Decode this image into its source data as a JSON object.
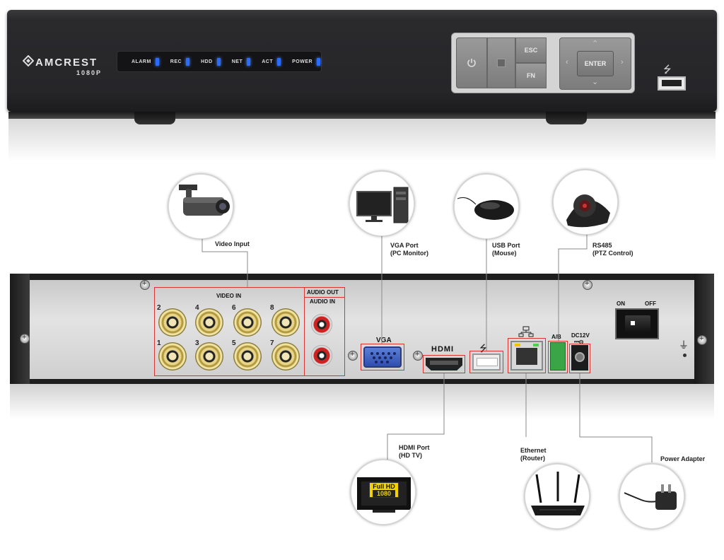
{
  "front": {
    "brand": "AMCREST",
    "model": "1080P",
    "leds": [
      "ALARM",
      "REC",
      "HDD",
      "NET",
      "ACT",
      "POWER"
    ],
    "keys": {
      "esc": "ESC",
      "fn": "FN",
      "enter": "ENTER"
    }
  },
  "rear": {
    "video_in": "VIDEO IN",
    "audio_out": "AUDIO OUT",
    "audio_in": "AUDIO IN",
    "bnc_top": [
      "2",
      "4",
      "6",
      "8"
    ],
    "bnc_bottom": [
      "1",
      "3",
      "5",
      "7"
    ],
    "vga": "VGA",
    "hdmi": "HDMI",
    "ab": "A/B",
    "dc": "DC12V",
    "on": "ON",
    "off": "OFF"
  },
  "callouts": {
    "video_input": "Video Input",
    "vga_port": "VGA Port\n(PC Monitor)",
    "usb_port": "USB Port\n(Mouse)",
    "rs485": "RS485\n(PTZ Control)",
    "hdmi_port": "HDMI Port\n(HD TV)",
    "ethernet": "Ethernet\n(Router)",
    "power_adapter": "Power Adapter"
  },
  "tv": {
    "line1": "Full HD",
    "line2": "1080"
  },
  "colors": {
    "led": "#2b6cff",
    "callout_line": "#8a8a8a",
    "highlight": "#dd3333"
  }
}
